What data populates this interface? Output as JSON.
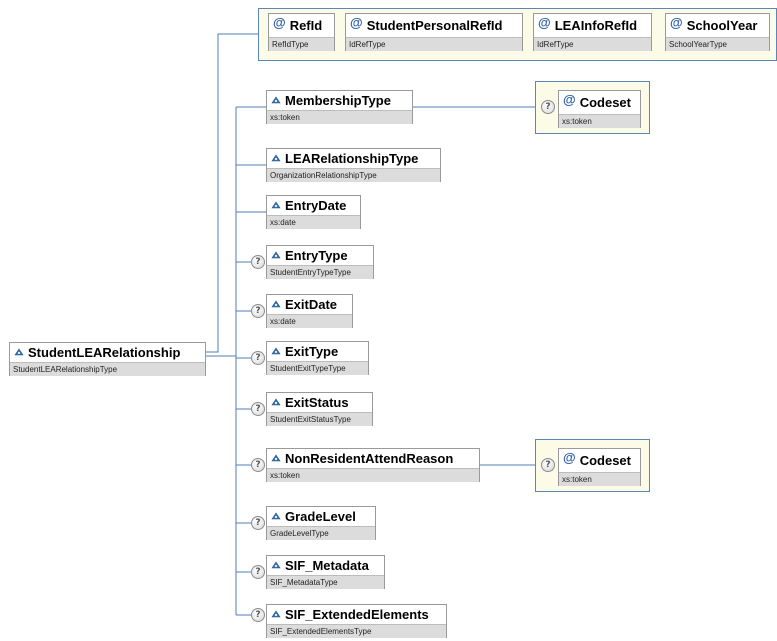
{
  "root": {
    "name": "StudentLEARelationship",
    "type": "StudentLEARelationshipType"
  },
  "attributes": [
    {
      "name": "RefId",
      "type": "RefIdType"
    },
    {
      "name": "StudentPersonalRefId",
      "type": "IdRefType"
    },
    {
      "name": "LEAInfoRefId",
      "type": "IdRefType"
    },
    {
      "name": "SchoolYear",
      "type": "SchoolYearType"
    }
  ],
  "elements": [
    {
      "name": "MembershipType",
      "type": "xs:token",
      "optional": false
    },
    {
      "name": "LEARelationshipType",
      "type": "OrganizationRelationshipType",
      "optional": false
    },
    {
      "name": "EntryDate",
      "type": "xs:date",
      "optional": false
    },
    {
      "name": "EntryType",
      "type": "StudentEntryTypeType",
      "optional": true
    },
    {
      "name": "ExitDate",
      "type": "xs:date",
      "optional": true
    },
    {
      "name": "ExitType",
      "type": "StudentExitTypeType",
      "optional": true
    },
    {
      "name": "ExitStatus",
      "type": "StudentExitStatusType",
      "optional": true
    },
    {
      "name": "NonResidentAttendReason",
      "type": "xs:token",
      "optional": true
    },
    {
      "name": "GradeLevel",
      "type": "GradeLevelType",
      "optional": true
    },
    {
      "name": "SIF_Metadata",
      "type": "SIF_MetadataType",
      "optional": true
    },
    {
      "name": "SIF_ExtendedElements",
      "type": "SIF_ExtendedElementsType",
      "optional": true
    }
  ],
  "codeset_membership": {
    "name": "Codeset",
    "type": "xs:token"
  },
  "codeset_nonresident": {
    "name": "Codeset",
    "type": "xs:token"
  },
  "optional_marker": "?",
  "attribute_marker": "@",
  "colors": {
    "connector": "#4f7fb5",
    "node_border": "#9a9a9a",
    "type_band": "#dcdcdc",
    "panel_bg": "#fbfbe8",
    "panel_border": "#5a86b8"
  },
  "icons": {
    "element": "element-diamond-icon",
    "attribute": "at-sign-icon",
    "optional": "question-mark-icon"
  }
}
